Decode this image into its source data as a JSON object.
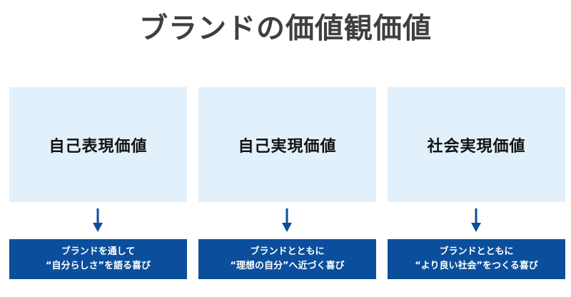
{
  "title": "ブランドの価値観価値",
  "accent_color": "#0b4f9c",
  "box_color": "#e1f0fa",
  "columns": [
    {
      "value": "自己表現価値",
      "result_line1": "ブランドを通して",
      "result_line2": "“自分らしさ”を語る喜び",
      "arrow_icon": "arrow-down-icon"
    },
    {
      "value": "自己実現価値",
      "result_line1": "ブランドとともに",
      "result_line2": "“理想の自分”へ近づく喜び",
      "arrow_icon": "arrow-down-icon"
    },
    {
      "value": "社会実現価値",
      "result_line1": "ブランドとともに",
      "result_line2": "“より良い社会”をつくる喜び",
      "arrow_icon": "arrow-down-icon"
    }
  ]
}
